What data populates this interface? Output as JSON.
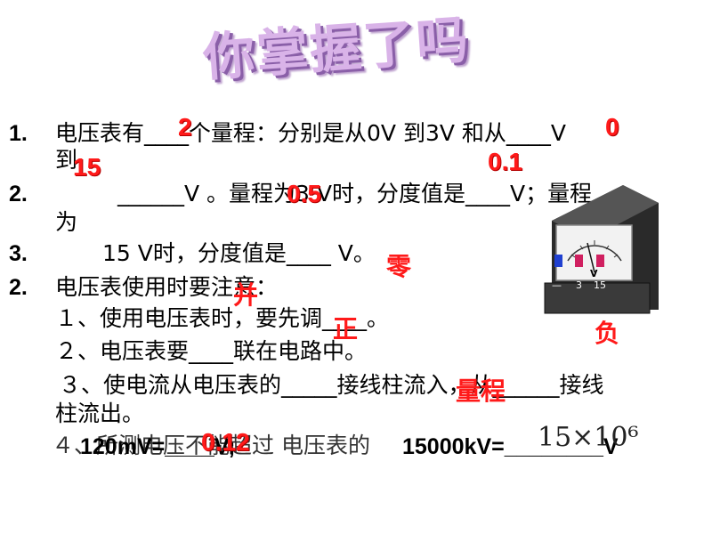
{
  "title": "你掌握了吗",
  "q1": {
    "num": "1.",
    "part1": "电压表有____个量程：分别是从0V 到3V 和从____V",
    "part2": "到"
  },
  "q2": {
    "num": "2.",
    "text": "______V 。量程为3 V时，分度值是____V；量程",
    "cont": "为"
  },
  "q3": {
    "num": "3.",
    "text": "15 V时，分度值是____ V。"
  },
  "q4": {
    "num": "2.",
    "heading": "电压表使用时要注意：",
    "item1": "１、使用电压表时，要先调____。",
    "item2": "２、电压表要____联在电路中。",
    "item3": "３、使电流从电压表的_____接线柱流入，从______接线",
    "item3b": "柱流出。",
    "item4": "４、所测电压不能超过 电压表的",
    "conv1": "120mV=____V;",
    "conv2": "15000kV=________V"
  },
  "answers": {
    "count": "2",
    "zero_from": "0",
    "to_15": "15",
    "div_01": "0.1",
    "div_05": "0.5",
    "zero": "零",
    "parallel": "并",
    "positive": "正",
    "negative": "负",
    "range": "量程",
    "mv": "0.12",
    "kv_sci": "15×10⁶"
  },
  "meter": {
    "terminal_labels": [
      "—",
      "3",
      "15"
    ],
    "dial_letter": "V"
  }
}
